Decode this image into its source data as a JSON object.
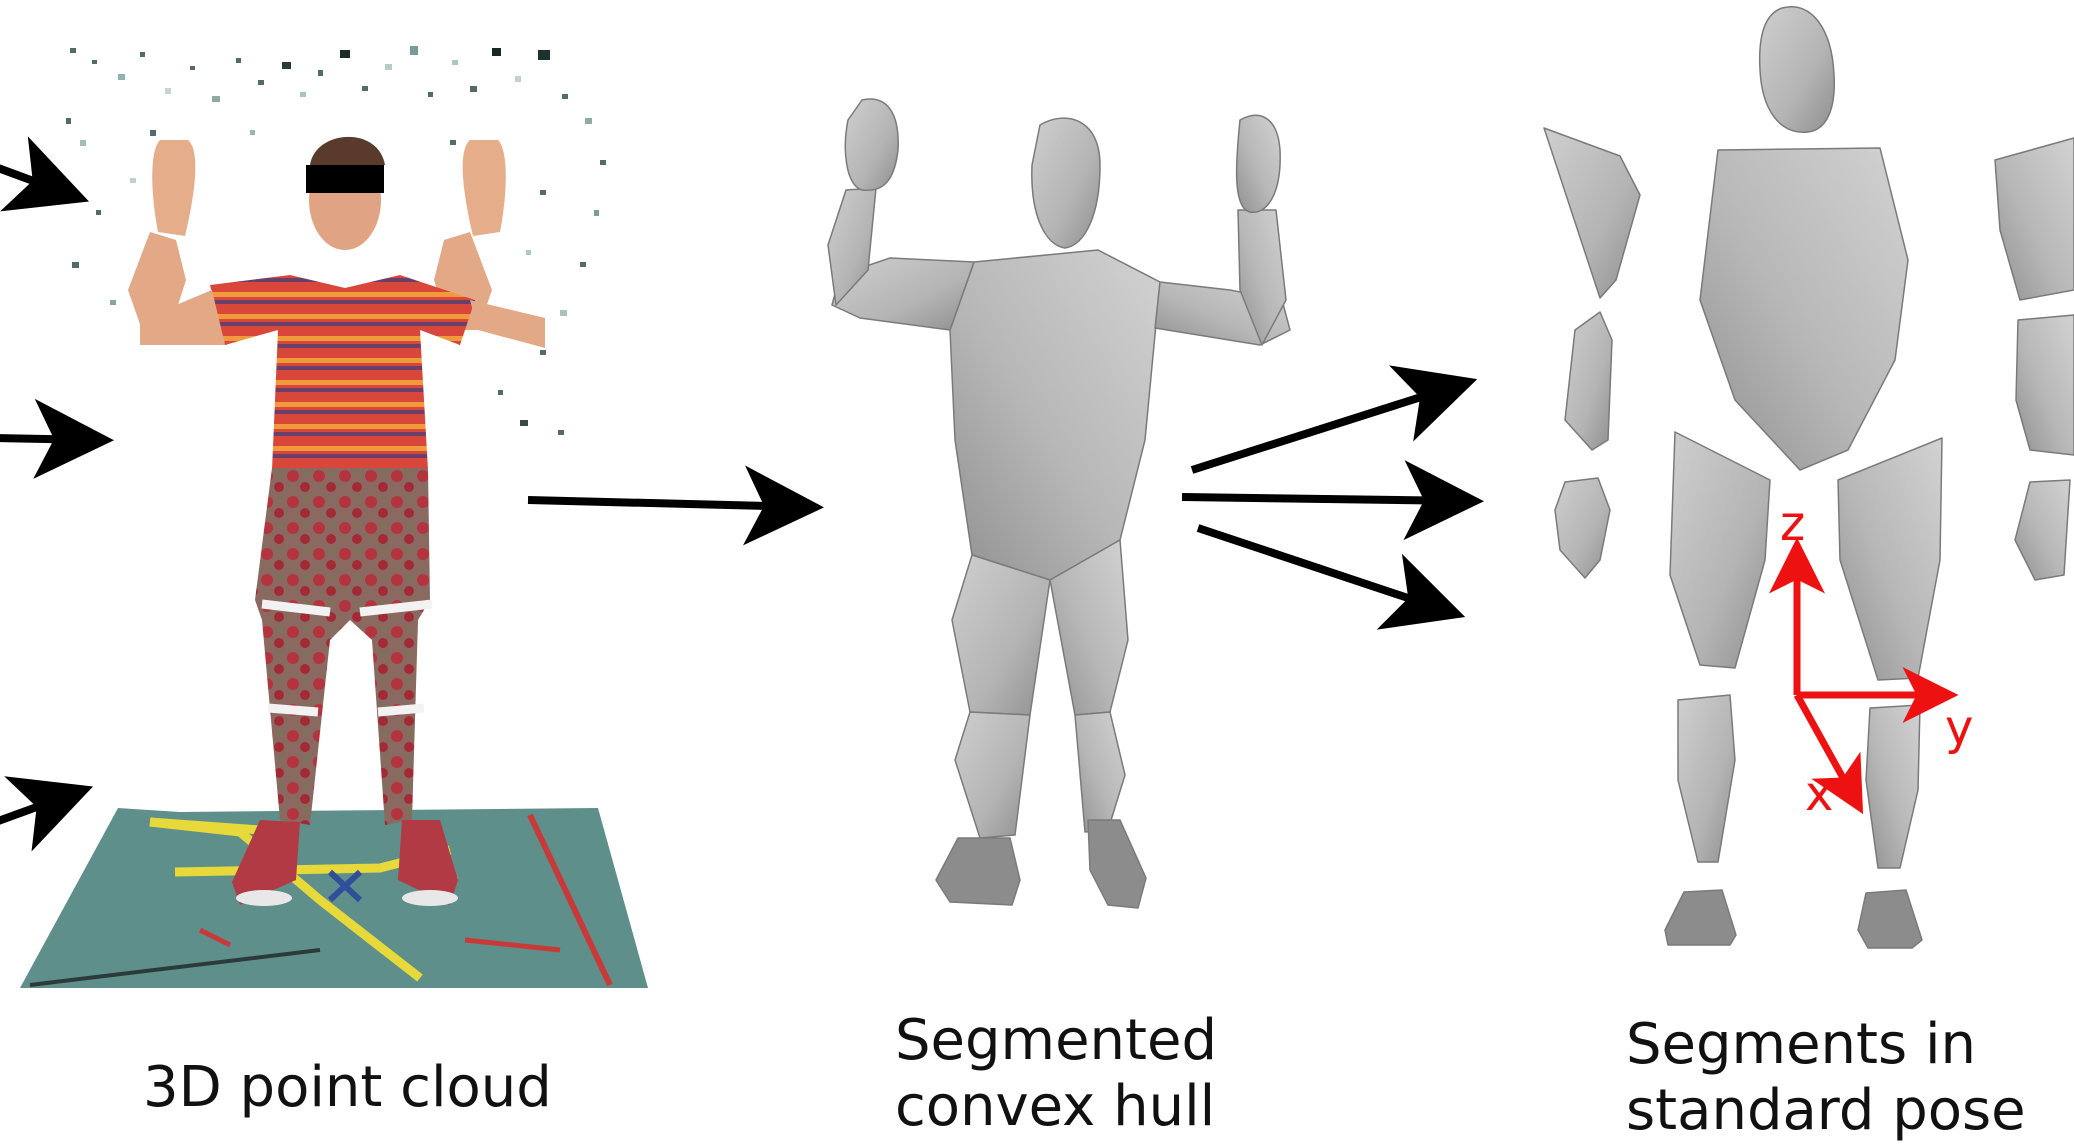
{
  "captions": {
    "point_cloud": "3D point cloud",
    "hull_line1": "Segmented",
    "hull_line2": "convex hull",
    "segments_line1": "Segments in",
    "segments_line2": "standard pose"
  },
  "axes": {
    "z": "z",
    "y": "y",
    "x": "x"
  },
  "colors": {
    "mesh_fill": "#bdbdbd",
    "mesh_shadow": "#8f8f8f",
    "mesh_edge": "#7a7a7a",
    "axis": "#ee1111",
    "arrow": "#000000",
    "mat": "#5f8f8a",
    "mat_tape": "#e8d93a",
    "shirt_a": "#d8473a",
    "shirt_b": "#f09a3c",
    "shirt_c": "#6a3f6a",
    "pants": "#8a6a60",
    "skin": "#e3a886"
  }
}
